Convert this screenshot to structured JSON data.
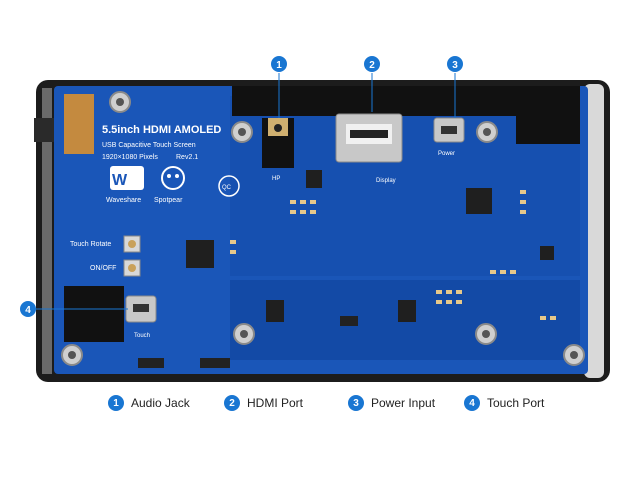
{
  "board": {
    "title": "5.5inch HDMI AMOLED",
    "subtitle": "USB Capacitive Touch Screen",
    "resolution": "1920×1080 Pixels",
    "revision": "Rev2.1",
    "brand_left": "Waveshare",
    "brand_right": "Spotpear",
    "btn_rotate": "Touch Rotate",
    "btn_onoff": "ON/OFF",
    "label_hp": "HP",
    "label_display": "Display",
    "label_power": "Power",
    "label_touch": "Touch"
  },
  "callouts": [
    {
      "num": "1"
    },
    {
      "num": "2"
    },
    {
      "num": "3"
    },
    {
      "num": "4"
    }
  ],
  "legend": [
    {
      "num": "1",
      "label": "Audio Jack"
    },
    {
      "num": "2",
      "label": "HDMI Port"
    },
    {
      "num": "3",
      "label": "Power Input"
    },
    {
      "num": "4",
      "label": "Touch Port"
    }
  ],
  "colors": {
    "pcb": "#1a56b8",
    "pcb_dark": "#0f3f91",
    "frame": "#1c1c1c",
    "accent": "#1976d2"
  }
}
